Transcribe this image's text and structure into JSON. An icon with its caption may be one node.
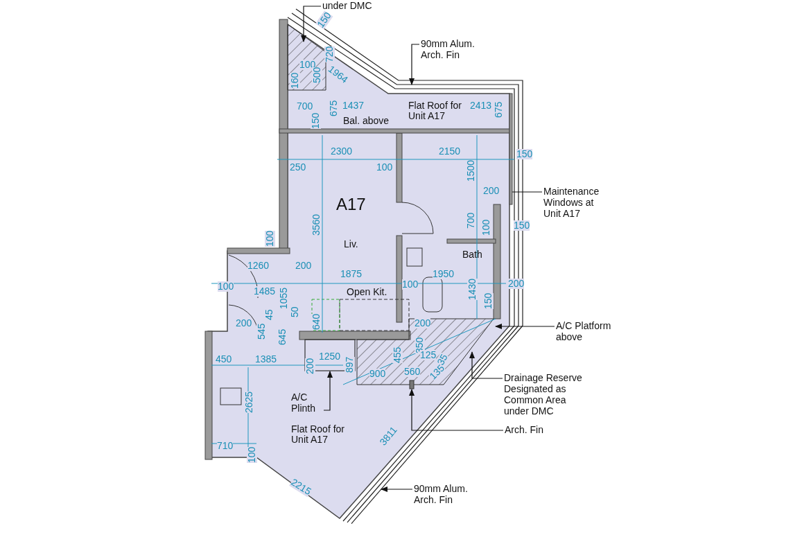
{
  "diagram": {
    "nodes": [
      {
        "text": [
          "under DMC"
        ]
      },
      {
        "text": [
          "90mm Alum. Arch. Fin"
        ]
      },
      {
        "text": [
          "Maintenance Windows at Unit A17"
        ]
      },
      {
        "text": [
          "A/C Platform above"
        ]
      },
      {
        "text": [
          "Drainage Reserve Designated as Common Area under DMC"
        ]
      },
      {
        "text": [
          "A/C Plinth"
        ]
      },
      {
        "text": [
          "Arch. Fin"
        ]
      },
      {
        "text": [
          "90mm Alum. Arch. Fin"
        ]
      },
      {
        "text": [],
        "shape": "box"
      },
      {
        "text": [],
        "shape": "bar"
      }
    ],
    "edges": [
      {
        "from": 0,
        "to": null,
        "arrow": "to"
      },
      {
        "from": 1,
        "to": null,
        "arrow": "to"
      },
      {
        "from": 2,
        "to": null,
        "arrow": "none"
      },
      {
        "from": 3,
        "to": null,
        "arrow": "to"
      },
      {
        "from": 4,
        "to": null,
        "arrow": "to"
      },
      {
        "from": 5,
        "to": 8,
        "arrow": "to"
      },
      {
        "from": 6,
        "to": 9,
        "arrow": "to"
      },
      {
        "from": 7,
        "to": null,
        "arrow": "to"
      }
    ],
    "labels": [
      "150",
      "720",
      "160",
      "100",
      "500",
      "1964",
      "700",
      "675",
      "1437",
      "Flat Roof for Unit A17",
      "2413",
      "675",
      "150",
      "Bal. above",
      "2300",
      "2150",
      "150",
      "250",
      "100",
      "1500",
      "200",
      "A17",
      "3560",
      "700",
      "100",
      "150",
      "Liv.",
      "100",
      "Bath",
      "1260",
      "200",
      "1875",
      "1950",
      "1430",
      "200",
      "100",
      "1485",
      "1055",
      "100",
      "Open Kit.",
      "45",
      "50",
      "150",
      "640",
      "200",
      "545",
      "645",
      "200",
      "350",
      "455",
      "125",
      "35",
      "450",
      "1385",
      "200",
      "1250",
      "897",
      "900",
      "560",
      "135",
      "2625",
      "Flat Roof for Unit A17",
      "3811",
      "710",
      "100",
      "2215"
    ]
  }
}
